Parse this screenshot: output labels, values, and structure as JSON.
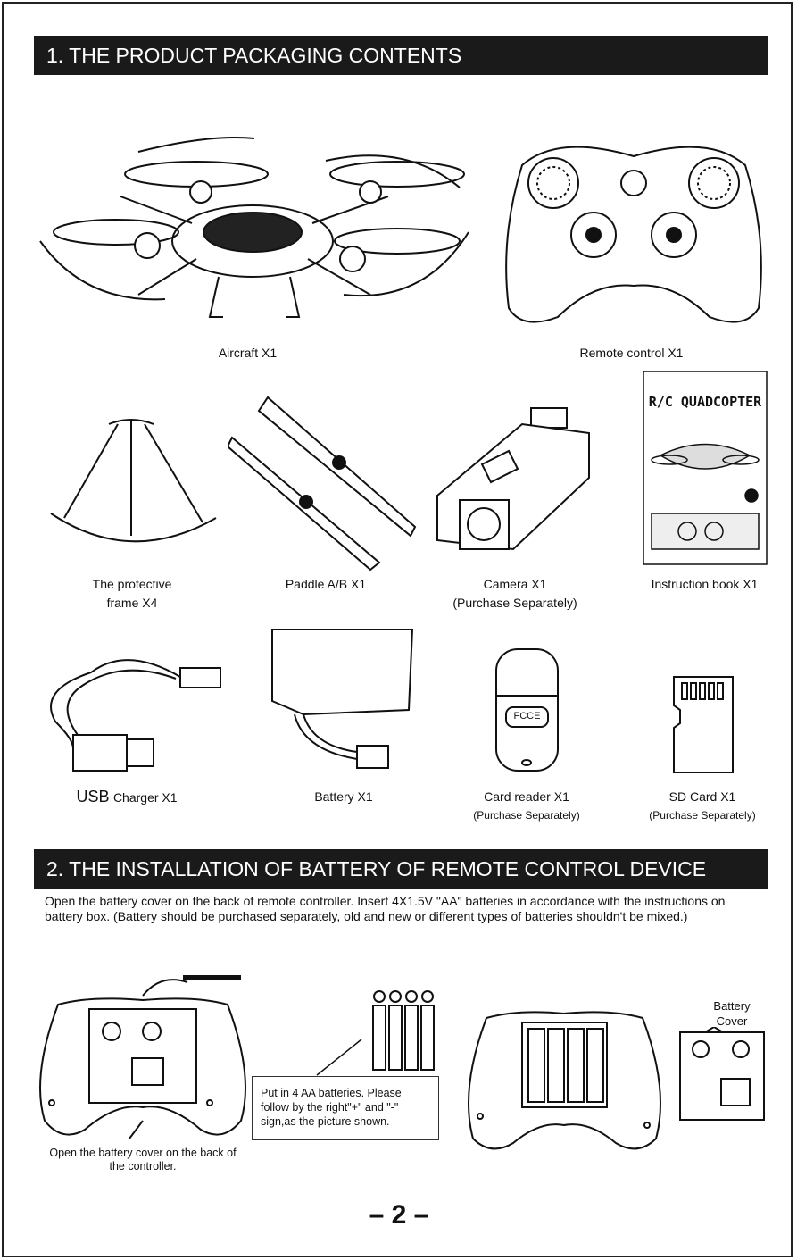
{
  "section1": {
    "title": "1. THE PRODUCT PACKAGING CONTENTS",
    "items": [
      {
        "label": "Aircraft X1"
      },
      {
        "label": "Remote control X1"
      },
      {
        "label": "The protective",
        "label2": "frame X4"
      },
      {
        "label": "Paddle A/B X1"
      },
      {
        "label": "Camera X1",
        "label2": "(Purchase Separately)"
      },
      {
        "label": "Instruction book X1",
        "book_title": "R/C QUADCOPTER"
      },
      {
        "label_prefix": "USB",
        "label": "Charger X1"
      },
      {
        "label": "Battery X1"
      },
      {
        "label": "Card reader X1",
        "label2": "(Purchase Separately)",
        "device_mark": "FCCE"
      },
      {
        "label": "SD Card X1",
        "label2": "(Purchase Separately)"
      }
    ]
  },
  "section2": {
    "title": "2. THE INSTALLATION OF BATTERY OF REMOTE CONTROL DEVICE",
    "paragraph": "Open the battery cover on the back of remote controller. Insert 4X1.5V \"AA\" batteries in accordance with the instructions on battery box. (Battery should be purchased separately, old and new or different types of batteries shouldn't be mixed.)",
    "note": "Put in 4 AA batteries. Please follow by the right\"+\" and \"-\" sign,as the picture shown.",
    "open_caption": "Open the battery cover on the back of the controller.",
    "battery_cover_label": "Battery Cover"
  },
  "page_number": "– 2 –"
}
